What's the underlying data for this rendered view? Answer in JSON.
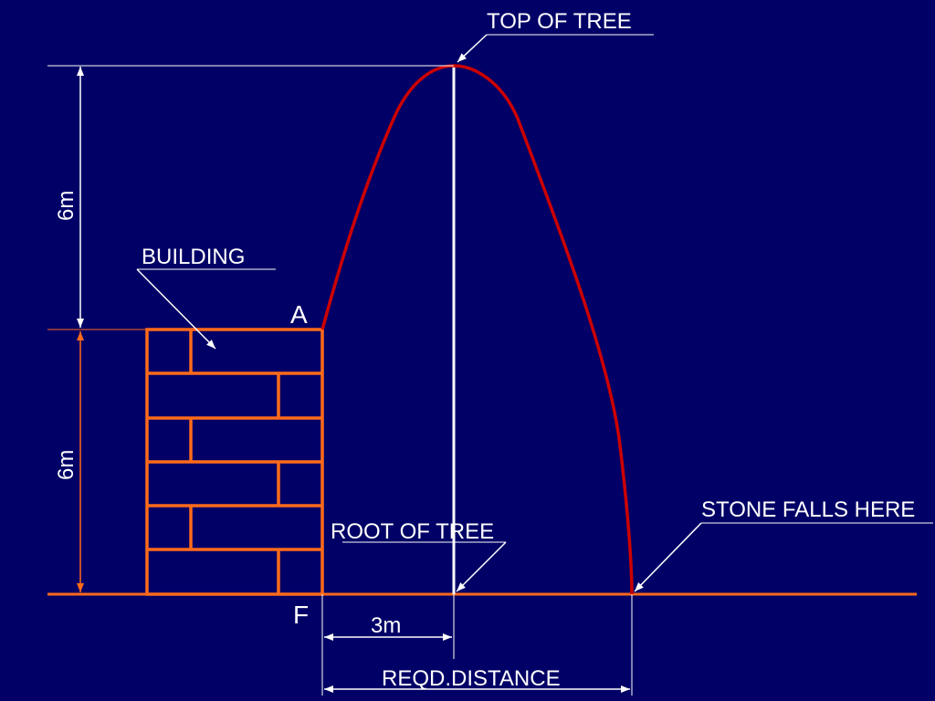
{
  "labels": {
    "top_of_tree": "TOP OF TREE",
    "building": "BUILDING",
    "point_a": "A",
    "point_f": "F",
    "root_of_tree": "ROOT OF TREE",
    "stone_falls_here": "STONE FALLS HERE",
    "upper_height": "6m",
    "lower_height": "6m",
    "offset": "3m",
    "reqd_distance": "REQD.DISTANCE"
  },
  "colors": {
    "background": "#000066",
    "line": "#ffffff",
    "building": "#ff6a1a",
    "trajectory": "#cc0000"
  }
}
